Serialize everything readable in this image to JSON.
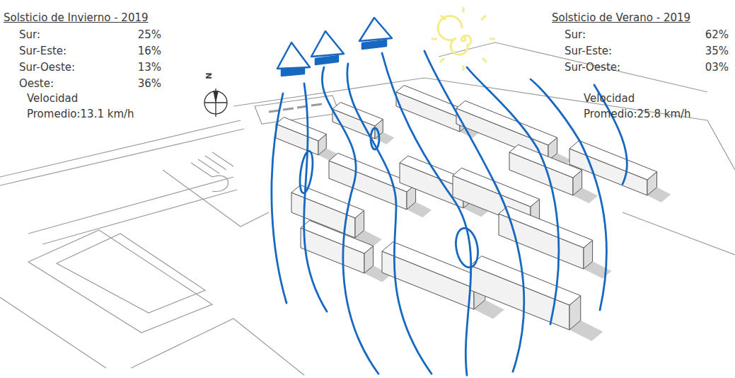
{
  "diagram": {
    "labels": [
      "Solsticio de Invierno - 2019",
      "Sur:",
      "25%",
      "Sur-Este:",
      "16%",
      "Sur-Oeste:",
      "13%",
      "Oeste:",
      "36%",
      "Velocidad Promedio:13.1 km/h",
      "Solsticio de Verano - 2019",
      "Sur:",
      "62%",
      "Sur-Este:",
      "35%",
      "Sur-Oeste:",
      "03%",
      "Velocidad Promedio:25.8 km/h",
      "N"
    ]
  }
}
